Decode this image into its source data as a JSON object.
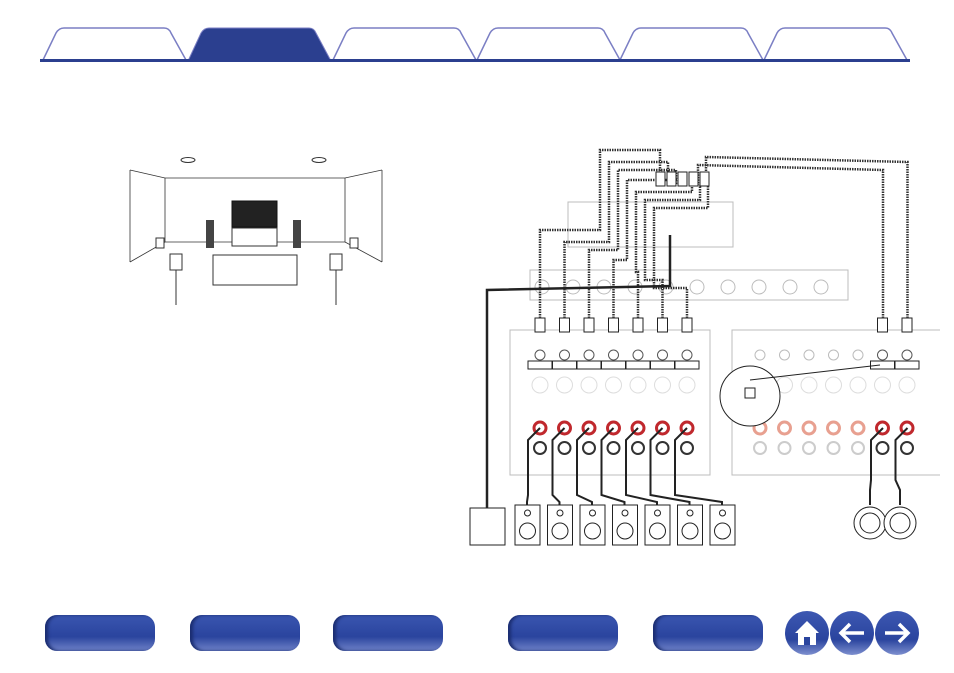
{
  "colors": {
    "accent": "#2b3f8f",
    "tab_border": "#7b7fc4",
    "button_blue": "#2a449e",
    "cable": "#222222",
    "terminal_red": "#c0282d",
    "terminal_faded": "#e8a090",
    "panel_gray": "#bcbcbc"
  },
  "tabs": {
    "count": 6,
    "active_index": 1
  },
  "nav_buttons": {
    "count": 5
  },
  "icons": [
    "home-icon",
    "arrow-left-icon",
    "arrow-right-icon"
  ],
  "diagram": {
    "amp1_channels": 7,
    "amp2_channels": 7,
    "amp2_connected": 2,
    "bookshelf_speakers": 7,
    "ceiling_speakers": 2,
    "subwoofers": 1
  }
}
